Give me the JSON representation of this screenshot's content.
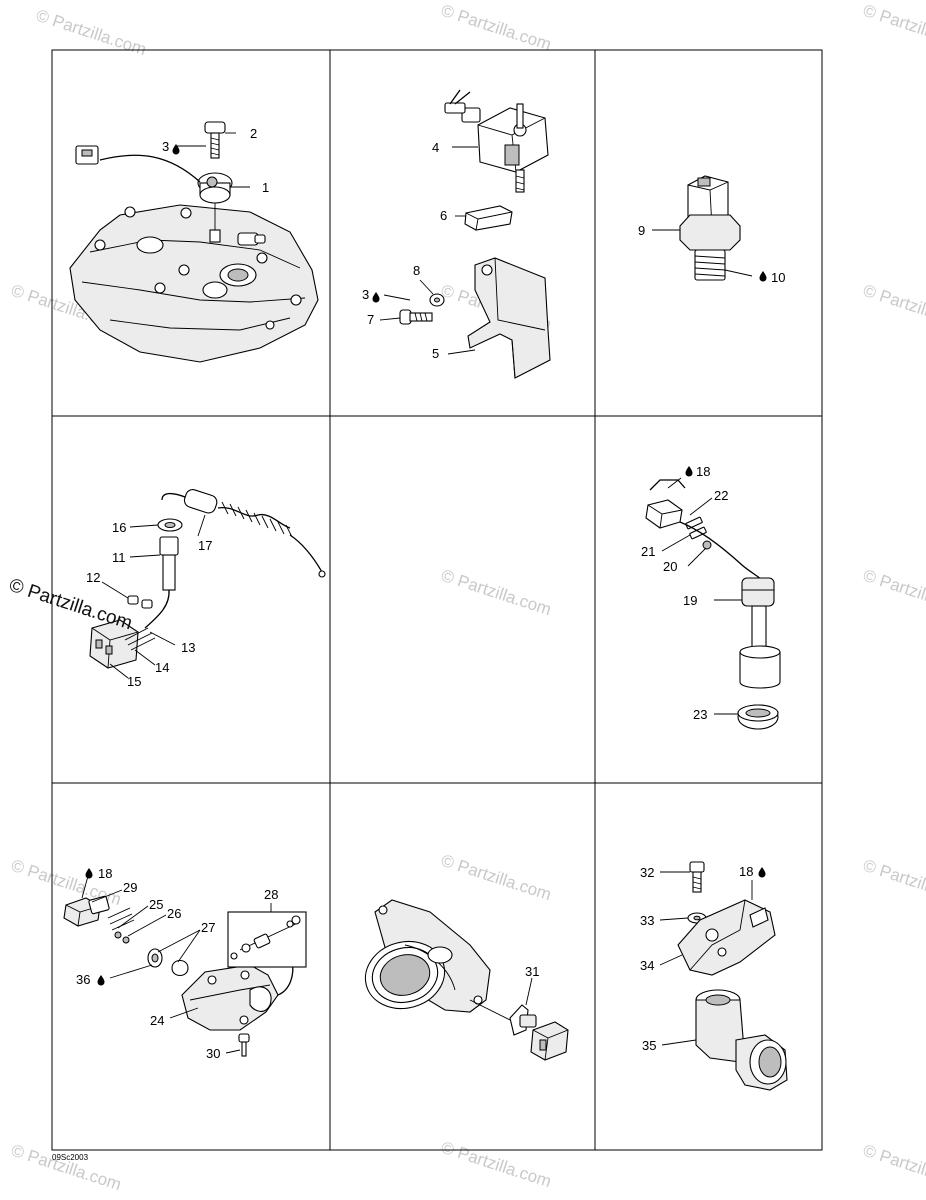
{
  "watermark": {
    "text": "© Partzilla.com",
    "big_text": "© Partzilla.com"
  },
  "figure_code": "09Sc2003",
  "callouts": {
    "c1": "1",
    "c2": "2",
    "c3a": "3",
    "c3b": "3",
    "c4": "4",
    "c5": "5",
    "c6": "6",
    "c7": "7",
    "c8": "8",
    "c9": "9",
    "c10": "10",
    "c11": "11",
    "c12": "12",
    "c13": "13",
    "c14": "14",
    "c15": "15",
    "c16": "16",
    "c17": "17",
    "c18a": "18",
    "c18c": "18",
    "c18d": "18",
    "c19": "19",
    "c20": "20",
    "c21": "21",
    "c22": "22",
    "c23": "23",
    "c24": "24",
    "c25": "25",
    "c26": "26",
    "c27": "27",
    "c28": "28",
    "c29": "29",
    "c30": "30",
    "c31": "31",
    "c32": "32",
    "c33": "33",
    "c34": "34",
    "c35": "35",
    "c36": "36"
  }
}
